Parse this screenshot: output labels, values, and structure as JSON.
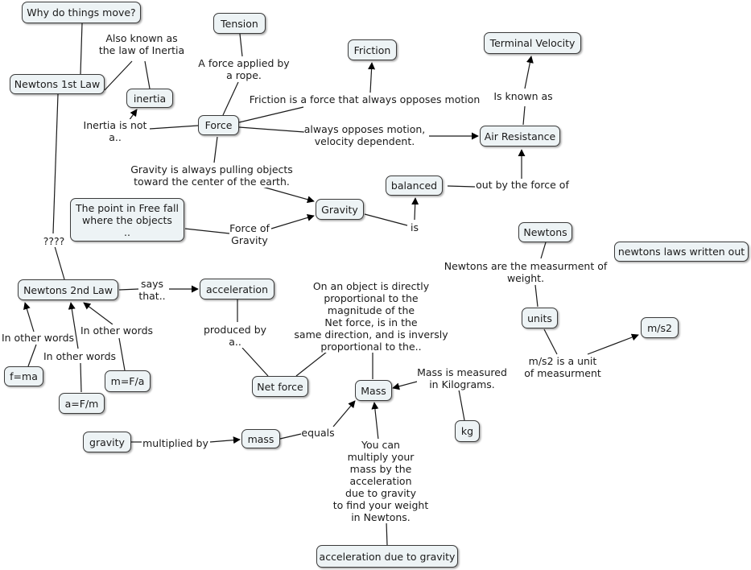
{
  "concept_map": {
    "nodes": {
      "why": "Why do things move?",
      "newtons1": "Newtons 1st Law",
      "tension": "Tension",
      "friction": "Friction",
      "terminal_velocity": "Terminal Velocity",
      "inertia": "inertia",
      "force": "Force",
      "air_resistance": "Air Resistance",
      "balanced": "balanced",
      "gravity_node": "Gravity",
      "free_fall": "The point in Free fall\nwhere the objects\n..",
      "newtons_units": "Newtons",
      "newtons_laws": "newtons laws written out",
      "newtons2": "Newtons 2nd Law",
      "acceleration": "acceleration",
      "units": "units",
      "ms2": "m/s2",
      "fma": "f=ma",
      "afm": "a=F/m",
      "mfa": "m=F/a",
      "net_force": "Net force",
      "mass_cap": "Mass",
      "kg": "kg",
      "gravity_small": "gravity",
      "mass_small": "mass",
      "accel_gravity": "acceleration due to gravity"
    },
    "links": {
      "also_known": "Also known as\nthe law of Inertia",
      "force_applied": "A force applied by\na rope.",
      "friction_desc": "Friction is a force that always opposes motion",
      "is_known_as": "Is known as",
      "inertia_not": "Inertia is not\na..",
      "always_opposes": "always opposes motion,\nvelocity dependent.",
      "gravity_pulling": "Gravity is always pulling objects\ntoward the center of the earth.",
      "out_by": "out by the force of",
      "force_of_gravity": "Force of\nGravity",
      "is": "is",
      "qqqq": "????",
      "says_that": "says\nthat..",
      "newtons_measure": "Newtons are the measurment of\nweight.",
      "on_object": "On an object is directly\nproportional to the\nmagnitude of the\nNet force, is in the\nsame direction, and is inversly\nproportional to the..",
      "produced_by": "produced by\na..",
      "iow1": "In other words",
      "iow2": "In other words",
      "iow3": "In other words",
      "mass_measured": "Mass is measured\nin Kilograms.",
      "ms2_unit": "m/s2 is a unit\nof measurment",
      "multiplied_by": "multiplied by",
      "equals": "equals",
      "you_can": "You can\nmultiply your\nmass by the\nacceleration\ndue to gravity\nto find your weight\nin Newtons."
    }
  }
}
